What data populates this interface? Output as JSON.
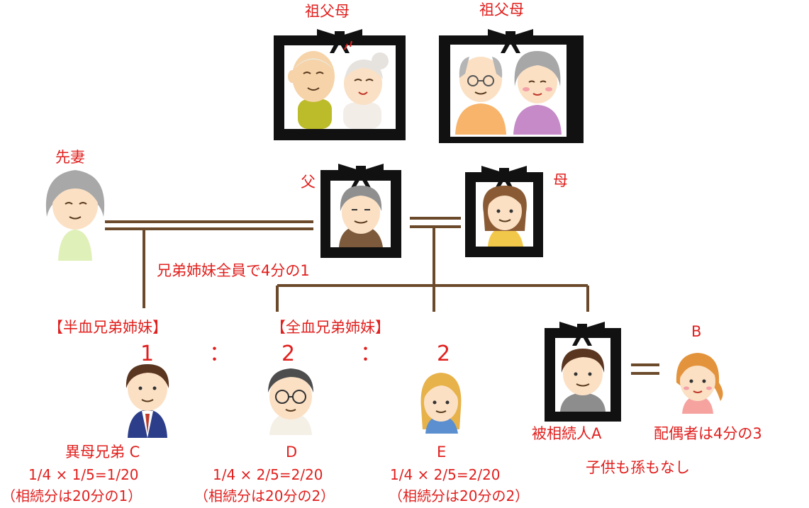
{
  "grandparents_left": {
    "label": "祖父母"
  },
  "grandparents_right": {
    "label": "祖父母"
  },
  "ex_wife": {
    "label": "先妻"
  },
  "father": {
    "label": "父"
  },
  "mother": {
    "label": "母"
  },
  "siblings_share": "兄弟姉妹全員で4分の1",
  "half_blood_header": "【半血兄弟姉妹】",
  "full_blood_header": "【全血兄弟姉妹】",
  "ratio": {
    "c": "1",
    "sep1": "：",
    "d": "2",
    "sep2": "：",
    "e": "2"
  },
  "sibling_c": {
    "name": "異母兄弟 C",
    "formula": "1/4 × 1/5=1/20",
    "share": "（相続分は20分の1）"
  },
  "sibling_d": {
    "name": "D",
    "formula": "1/4 × 2/5=2/20",
    "share": "（相続分は20分の2）"
  },
  "sibling_e": {
    "name": "E",
    "formula": "1/4 × 2/5=2/20",
    "share": "（相続分は20分の2）"
  },
  "decedent": {
    "label": "被相続人A",
    "note": "子供も孫もなし"
  },
  "spouse": {
    "label": "B",
    "share": "配偶者は4分の3"
  },
  "colors": {
    "red_text": "#e0201e",
    "line_brown": "#6b4a2b",
    "frame_black": "#111111",
    "skin": "#fbe0c4"
  }
}
